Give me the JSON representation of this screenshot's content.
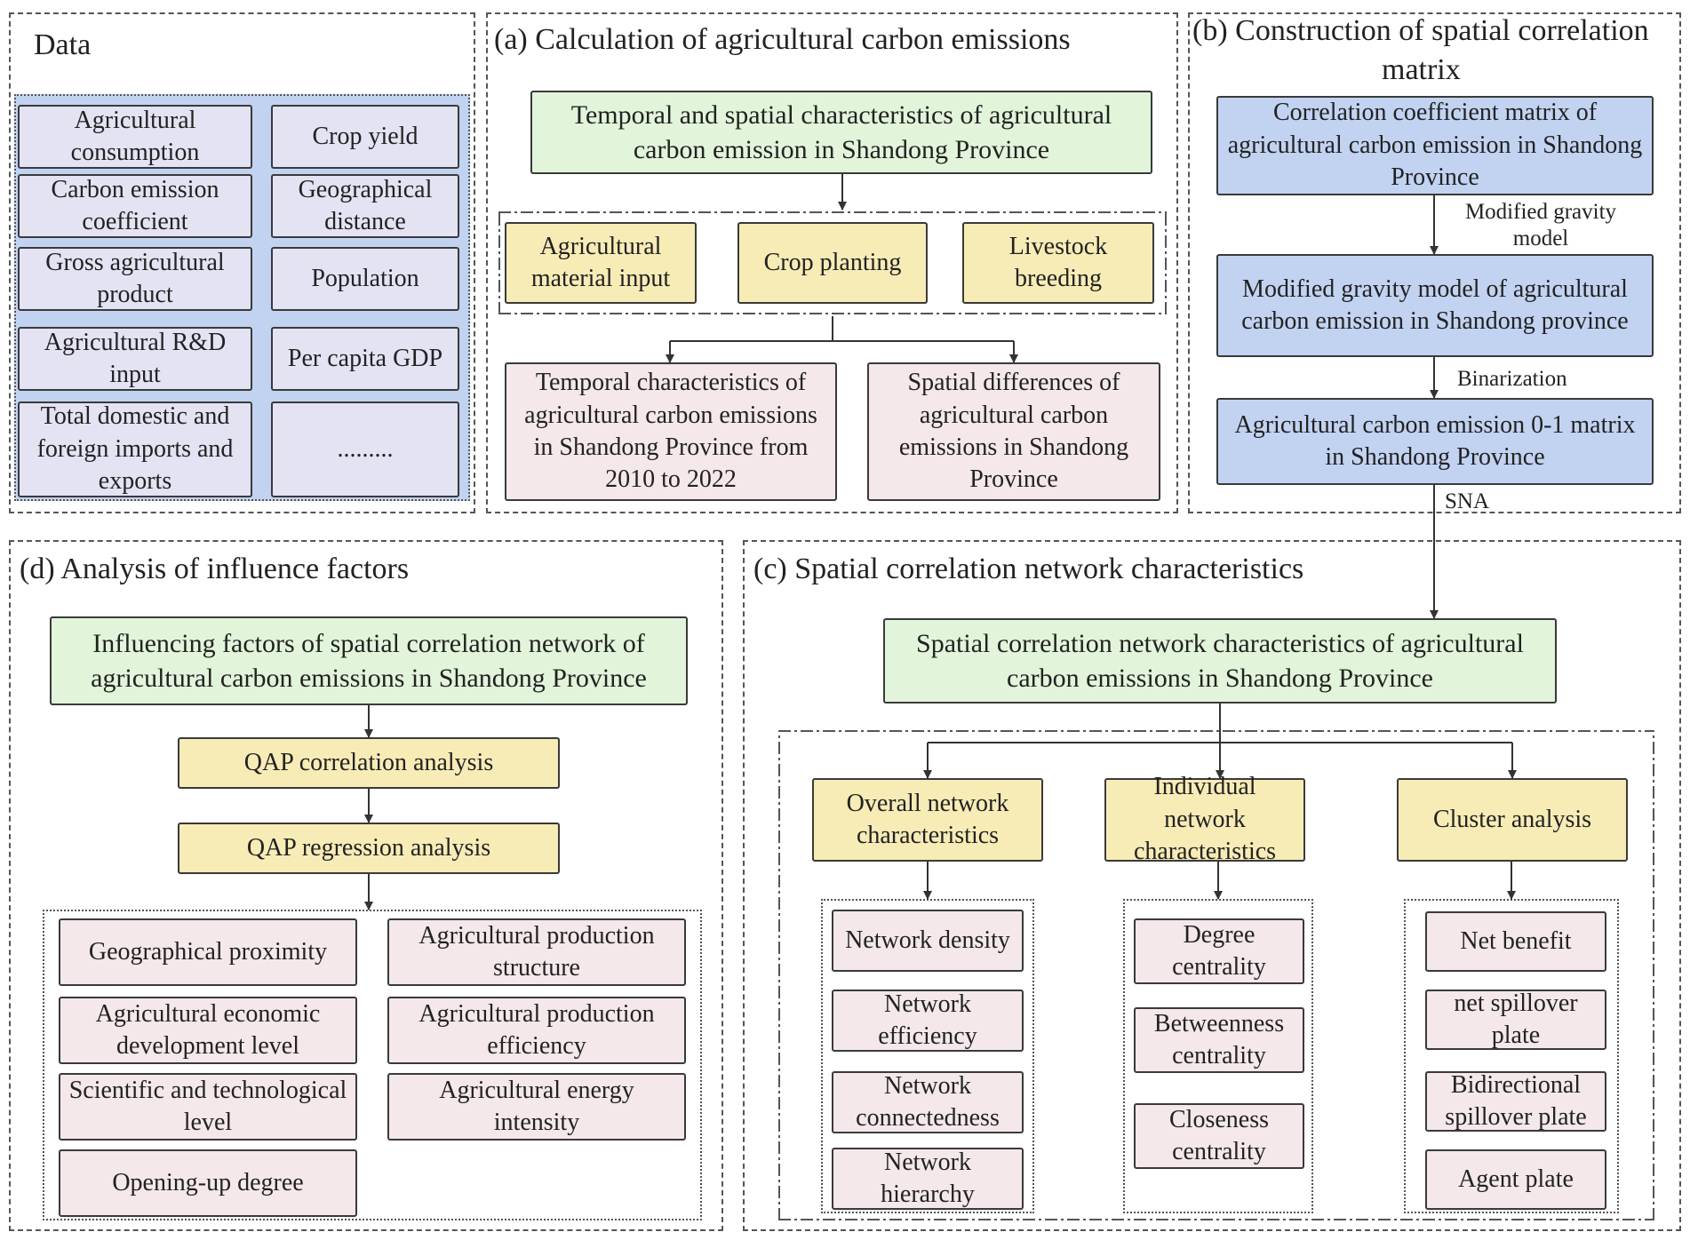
{
  "data_panel": {
    "title": "Data",
    "items": [
      "Agricultural consumption",
      "Crop yield",
      "Carbon emission coefficient",
      "Geographical distance",
      "Gross agricultural product",
      "Population",
      "Agricultural R&D input",
      "Per capita GDP",
      "Total domestic and foreign imports and exports",
      "........."
    ]
  },
  "panel_a": {
    "title": "(a)  Calculation of agricultural carbon emissions",
    "top": "Temporal and spatial characteristics of agricultural carbon emission in Shandong Province",
    "inputs": [
      "Agricultural material input",
      "Crop planting",
      "Livestock breeding"
    ],
    "outputs": [
      "Temporal characteristics of agricultural carbon emissions in Shandong Province from 2010 to 2022",
      "Spatial differences of agricultural carbon emissions in Shandong Province"
    ]
  },
  "panel_b": {
    "title_line1": "(b)  Construction of spatial correlation",
    "title_line2": "matrix",
    "boxes": [
      "Correlation coefficient matrix of agricultural carbon emission in Shandong Province",
      "Modified gravity model of agricultural carbon emission in Shandong province",
      "Agricultural carbon emission 0-1 matrix in Shandong Province"
    ],
    "arrow_label_1": "Modified gravity model",
    "arrow_label_2": "Binarization",
    "sna_label": "SNA"
  },
  "panel_c": {
    "title": "(c)  Spatial correlation network characteristics",
    "top": "Spatial correlation network characteristics of agricultural carbon emissions in Shandong Province",
    "columns": [
      {
        "head": "Overall network characteristics",
        "items": [
          "Network density",
          "Network efficiency",
          "Network connectedness",
          "Network hierarchy"
        ]
      },
      {
        "head": "Individual network characteristics",
        "items": [
          "Degree centrality",
          "Betweenness centrality",
          "Closeness centrality"
        ]
      },
      {
        "head": "Cluster analysis",
        "items": [
          "Net benefit",
          "net spillover plate",
          "Bidirectional spillover plate",
          "Agent plate"
        ]
      }
    ]
  },
  "panel_d": {
    "title": "(d)  Analysis of influence factors",
    "top": "Influencing factors of spatial correlation network of agricultural carbon emissions in Shandong Province",
    "steps": [
      "QAP correlation analysis",
      "QAP regression analysis"
    ],
    "factors": [
      "Geographical proximity",
      "Agricultural production structure",
      "Agricultural economic development level",
      "Agricultural production efficiency",
      "Scientific and technological level",
      "Agricultural energy intensity",
      "Opening-up degree"
    ]
  }
}
